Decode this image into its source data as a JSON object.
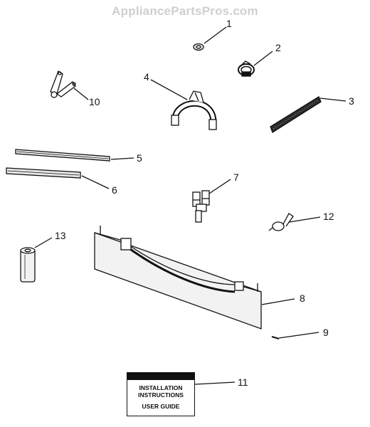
{
  "watermark": "AppliancePartsPros.com",
  "callouts": [
    "1",
    "2",
    "3",
    "4",
    "5",
    "6",
    "7",
    "8",
    "9",
    "10",
    "11",
    "12",
    "13"
  ],
  "manual": {
    "line1": "INSTALLATION",
    "line2": "INSTRUCTIONS",
    "line3": "USER GUIDE"
  },
  "colors": {
    "ink": "#111111",
    "part_fill": "#d9d9d9",
    "watermark": "#cfcfcf"
  }
}
